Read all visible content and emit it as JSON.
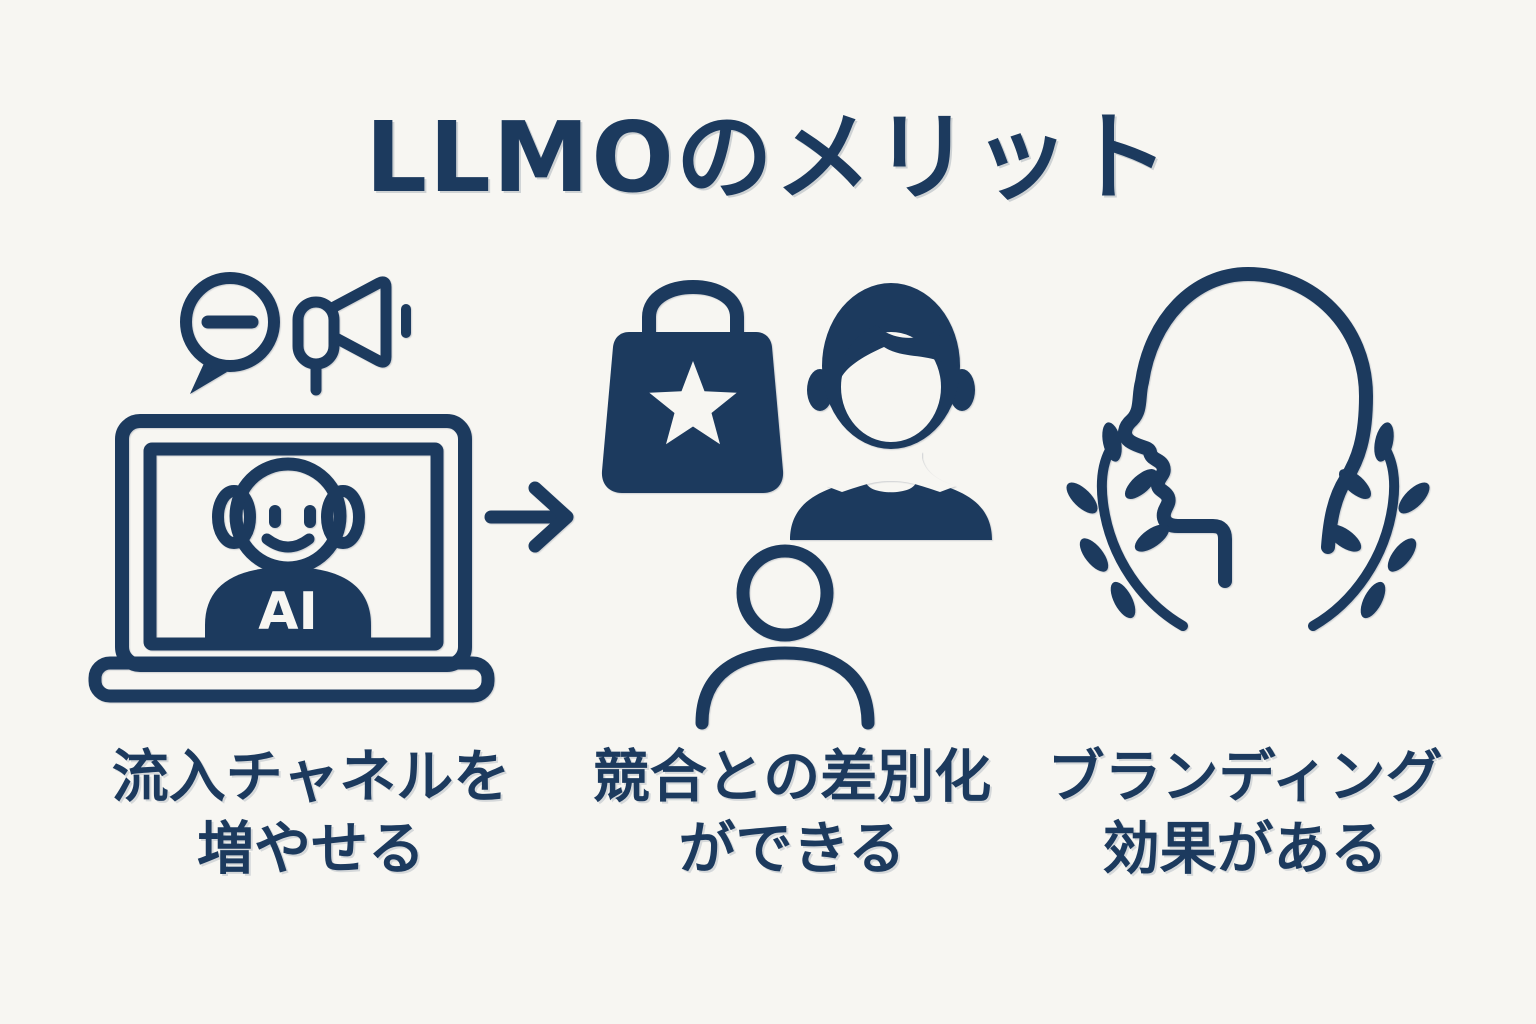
{
  "colors": {
    "background": "#f7f6f2",
    "accent": "#1c3a5e",
    "icon_label_text": "#f7f6f2"
  },
  "title": "LLMOのメリット",
  "columns": [
    {
      "caption": [
        "流入チャネルを",
        "増やせる"
      ],
      "icons": [
        "speech-bubble-minus-icon",
        "megaphone-icon",
        "laptop-ai-robot-icon"
      ],
      "ai_badge": "AI"
    },
    {
      "caption": [
        "競合との差別化",
        "ができる"
      ],
      "icons": [
        "shopping-bag-star-icon",
        "person-filled-icon",
        "person-outline-icon"
      ]
    },
    {
      "caption": [
        "ブランディング",
        "効果がある"
      ],
      "icons": [
        "head-profile-laurel-icon"
      ]
    }
  ]
}
